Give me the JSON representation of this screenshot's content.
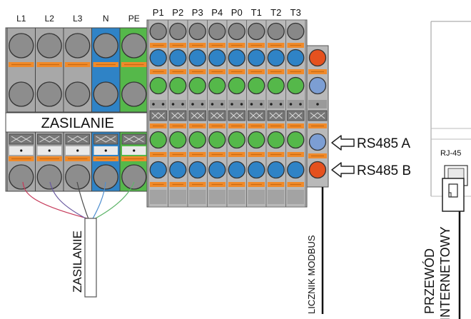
{
  "power_block": {
    "column_labels": [
      "L1",
      "L2",
      "L3",
      "N",
      "PE"
    ],
    "label": "ZASILANIE",
    "colors": {
      "phase": "#a8a8a8",
      "neutral": "#2f83c6",
      "earth": "#55b84a",
      "stripe": "#f08a2a"
    }
  },
  "terminal_block": {
    "column_labels": [
      "P1",
      "P2",
      "P3",
      "P4",
      "P0",
      "T1",
      "T2",
      "T3"
    ],
    "colors": {
      "body": "#b9b9b9",
      "blue": "#2f83c6",
      "green": "#55b84a",
      "gray": "#888888",
      "stripe": "#f08a2a"
    }
  },
  "modbus_column": {
    "colors": {
      "red": "#e5511e",
      "lightblue": "#7c9ed3"
    }
  },
  "connections": {
    "rs485_a": "RS485 A",
    "rs485_b": "RS485 B"
  },
  "cables": {
    "power_cable_label": "ZASILANIE",
    "modbus_meter_label": "LICZNIK MODBUS",
    "internet_cable_label_line1": "PRZEWÓD",
    "internet_cable_label_line2": "INTERNETOWY"
  },
  "router": {
    "port_label": "RJ-45"
  }
}
